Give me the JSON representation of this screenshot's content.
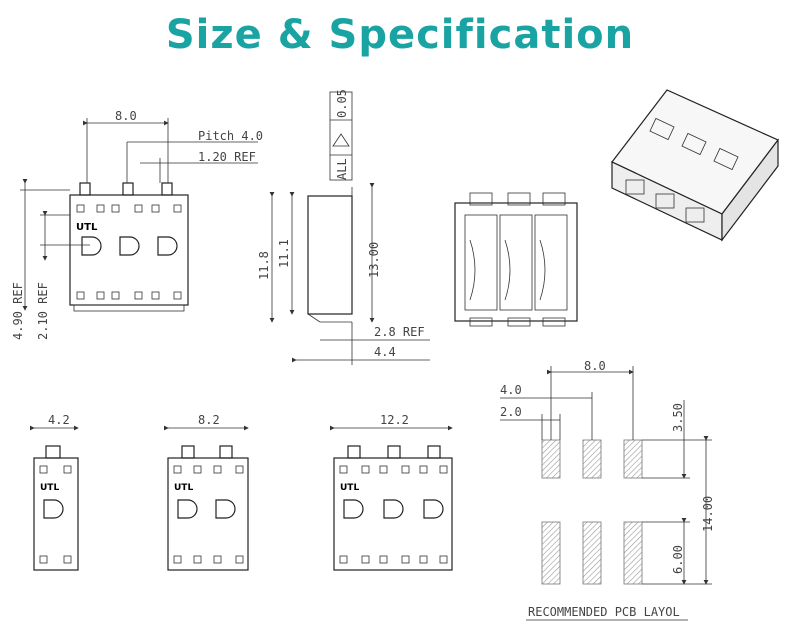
{
  "title": "Size & Specification",
  "top_view": {
    "width": "8.0",
    "pitch": "Pitch 4.0",
    "ref_small": "1.20 REF",
    "height_ref_1": "4.90 REF",
    "height_ref_2": "2.10 REF",
    "logo": "UTL"
  },
  "side_view": {
    "flatness": "0.05",
    "all_label": "ALL",
    "h1": "11.8",
    "h2": "11.1",
    "h3": "13.00",
    "ref": "2.8 REF",
    "depth": "4.4"
  },
  "variants": {
    "w1": "4.2",
    "w2": "8.2",
    "w3": "12.2",
    "logo": "UTL"
  },
  "pcb": {
    "pitch_total": "8.0",
    "pitch": "4.0",
    "pad_w": "2.0",
    "pad_h": "3.50",
    "total_h": "14.00",
    "pad_h2": "6.00",
    "caption": "RECOMMENDED PCB LAYOL"
  }
}
